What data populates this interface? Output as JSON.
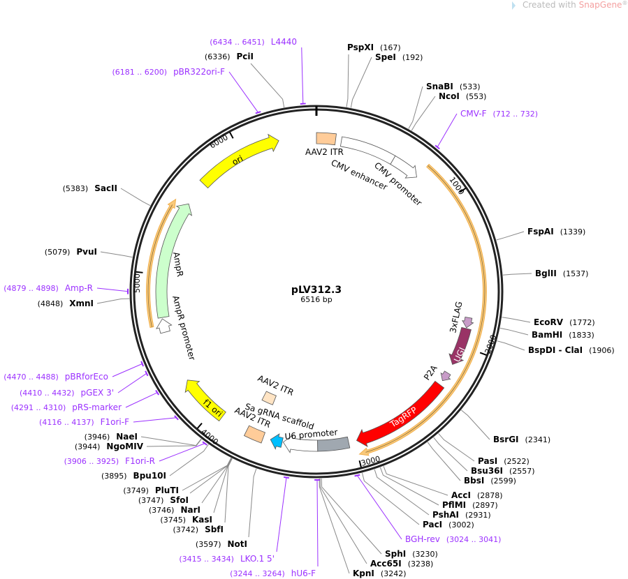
{
  "watermark": {
    "prefix": "Created with ",
    "brand": "SnapGene",
    "reg": "®"
  },
  "plasmid": {
    "name": "pLV312.3",
    "length_label": "6516 bp",
    "length": 6516
  },
  "ticks": [
    {
      "bp": 1000,
      "label": "1000"
    },
    {
      "bp": 2000,
      "label": "2000"
    },
    {
      "bp": 3000,
      "label": "3000"
    },
    {
      "bp": 4000,
      "label": "4000"
    },
    {
      "bp": 5000,
      "label": "5000"
    },
    {
      "bp": 6000,
      "label": "6000"
    }
  ],
  "enzymes": [
    {
      "name": "PspXI",
      "pos": "(167)",
      "bp": 167
    },
    {
      "name": "SpeI",
      "pos": "(192)",
      "bp": 192
    },
    {
      "name": "SnaBI",
      "pos": "(533)",
      "bp": 533
    },
    {
      "name": "NcoI",
      "pos": "(553)",
      "bp": 553
    },
    {
      "name": "FspAI",
      "pos": "(1339)",
      "bp": 1339
    },
    {
      "name": "BglII",
      "pos": "(1537)",
      "bp": 1537
    },
    {
      "name": "EcoRV",
      "pos": "(1772)",
      "bp": 1772
    },
    {
      "name": "BamHI",
      "pos": "(1833)",
      "bp": 1833
    },
    {
      "name": "BspDI - ClaI",
      "pos": "(1906)",
      "bp": 1906
    },
    {
      "name": "BsrGI",
      "pos": "(2341)",
      "bp": 2341
    },
    {
      "name": "PasI",
      "pos": "(2522)",
      "bp": 2522
    },
    {
      "name": "Bsu36I",
      "pos": "(2557)",
      "bp": 2557
    },
    {
      "name": "BbsI",
      "pos": "(2599)",
      "bp": 2599
    },
    {
      "name": "AccI",
      "pos": "(2878)",
      "bp": 2878
    },
    {
      "name": "PflMI",
      "pos": "(2897)",
      "bp": 2897
    },
    {
      "name": "PshAI",
      "pos": "(2931)",
      "bp": 2931
    },
    {
      "name": "PacI",
      "pos": "(3002)",
      "bp": 3002
    },
    {
      "name": "SphI",
      "pos": "(3230)",
      "bp": 3230
    },
    {
      "name": "Acc65I",
      "pos": "(3238)",
      "bp": 3238
    },
    {
      "name": "KpnI",
      "pos": "(3242)",
      "bp": 3242
    },
    {
      "name": "NotI",
      "pos": "(3597)",
      "bp": 3597
    },
    {
      "name": "SbfI",
      "pos": "(3742)",
      "bp": 3742
    },
    {
      "name": "KasI",
      "pos": "(3745)",
      "bp": 3745
    },
    {
      "name": "NarI",
      "pos": "(3746)",
      "bp": 3746
    },
    {
      "name": "SfoI",
      "pos": "(3747)",
      "bp": 3747
    },
    {
      "name": "PluTI",
      "pos": "(3749)",
      "bp": 3749
    },
    {
      "name": "Bpu10I",
      "pos": "(3895)",
      "bp": 3895
    },
    {
      "name": "NgoMIV",
      "pos": "(3944)",
      "bp": 3944
    },
    {
      "name": "NaeI",
      "pos": "(3946)",
      "bp": 3946
    },
    {
      "name": "XmnI",
      "pos": "(4848)",
      "bp": 4848
    },
    {
      "name": "PvuI",
      "pos": "(5079)",
      "bp": 5079
    },
    {
      "name": "SacII",
      "pos": "(5383)",
      "bp": 5383
    },
    {
      "name": "PciI",
      "pos": "(6336)",
      "bp": 6336
    }
  ],
  "primers": [
    {
      "name": "L4440",
      "range": "(6434 .. 6451)",
      "bp": 6442
    },
    {
      "name": "pBR322ori-F",
      "range": "(6181 .. 6200)",
      "bp": 6190
    },
    {
      "name": "CMV-F",
      "range": "(712 .. 732)",
      "bp": 722
    },
    {
      "name": "BGH-rev",
      "range": "(3024 .. 3041)",
      "bp": 3032
    },
    {
      "name": "hU6-F",
      "range": "(3244 .. 3264)",
      "bp": 3254
    },
    {
      "name": "LKO.1 5'",
      "range": "(3415 .. 3434)",
      "bp": 3424
    },
    {
      "name": "F1ori-R",
      "range": "(3906 .. 3925)",
      "bp": 3915
    },
    {
      "name": "F1ori-F",
      "range": "(4116 .. 4137)",
      "bp": 4126
    },
    {
      "name": "pRS-marker",
      "range": "(4291 .. 4310)",
      "bp": 4300
    },
    {
      "name": "pGEX 3'",
      "range": "(4410 .. 4432)",
      "bp": 4421
    },
    {
      "name": "pBRforEco",
      "range": "(4470 .. 4488)",
      "bp": 4479
    },
    {
      "name": "Amp-R",
      "range": "(4879 .. 4898)",
      "bp": 4888
    }
  ],
  "features": [
    {
      "name": "AAV2 ITR",
      "start": 0,
      "end": 130,
      "dir": 0,
      "color": "#ffcc99"
    },
    {
      "name": "CMV enhancer",
      "start": 170,
      "end": 545,
      "dir": 0,
      "color": "#ffffff"
    },
    {
      "name": "CMV promoter",
      "start": 545,
      "end": 745,
      "dir": 1,
      "color": "#ffffff"
    },
    {
      "name": "3xFLAG",
      "start": 1805,
      "end": 1875,
      "dir": 1,
      "color": "#c89cc8"
    },
    {
      "name": "UGI",
      "start": 1880,
      "end": 2140,
      "dir": 1,
      "color": "#993366"
    },
    {
      "name": "P2A",
      "start": 2205,
      "end": 2268,
      "dir": 1,
      "color": "#c89cc8"
    },
    {
      "name": "TagRFP",
      "start": 2300,
      "end": 2985,
      "dir": 1,
      "color": "#ff0000"
    },
    {
      "name": "U6 promoter",
      "start": 3250,
      "end": 3483,
      "dir": 1,
      "color": "#ffffff"
    },
    {
      "name": "Sa gRNA scaffold",
      "start": 3490,
      "end": 3570,
      "dir": 1,
      "color": "#00bfff"
    },
    {
      "name": "AAV2 ITR",
      "start": 3620,
      "end": 3740,
      "dir": 0,
      "color": "#ffcc99"
    },
    {
      "name": "AAV2 ITR",
      "start": 3640,
      "end": 3740,
      "dir": 0,
      "color": "#ffe4c4"
    },
    {
      "name": "f1 ori",
      "start": 3926,
      "end": 4263,
      "dir": 1,
      "color": "#ffff00"
    },
    {
      "name": "AmpR promoter",
      "start": 4615,
      "end": 4705,
      "dir": 1,
      "color": "#ffffff"
    },
    {
      "name": "AmpR",
      "start": 4714,
      "end": 5512,
      "dir": 1,
      "color": "#ccffcc"
    },
    {
      "name": "ori",
      "start": 5678,
      "end": 6263,
      "dir": 1,
      "color": "#ffff00"
    }
  ],
  "unlabeled_features": [
    {
      "start": 3040,
      "end": 3250,
      "dir": 0,
      "color": "#a0a8b0"
    }
  ],
  "orfs": [
    {
      "start": 750,
      "end": 2990,
      "dir": 1,
      "color": "#f9c97a"
    },
    {
      "start": 4666,
      "end": 5490,
      "dir": 1,
      "color": "#f9c97a"
    }
  ]
}
